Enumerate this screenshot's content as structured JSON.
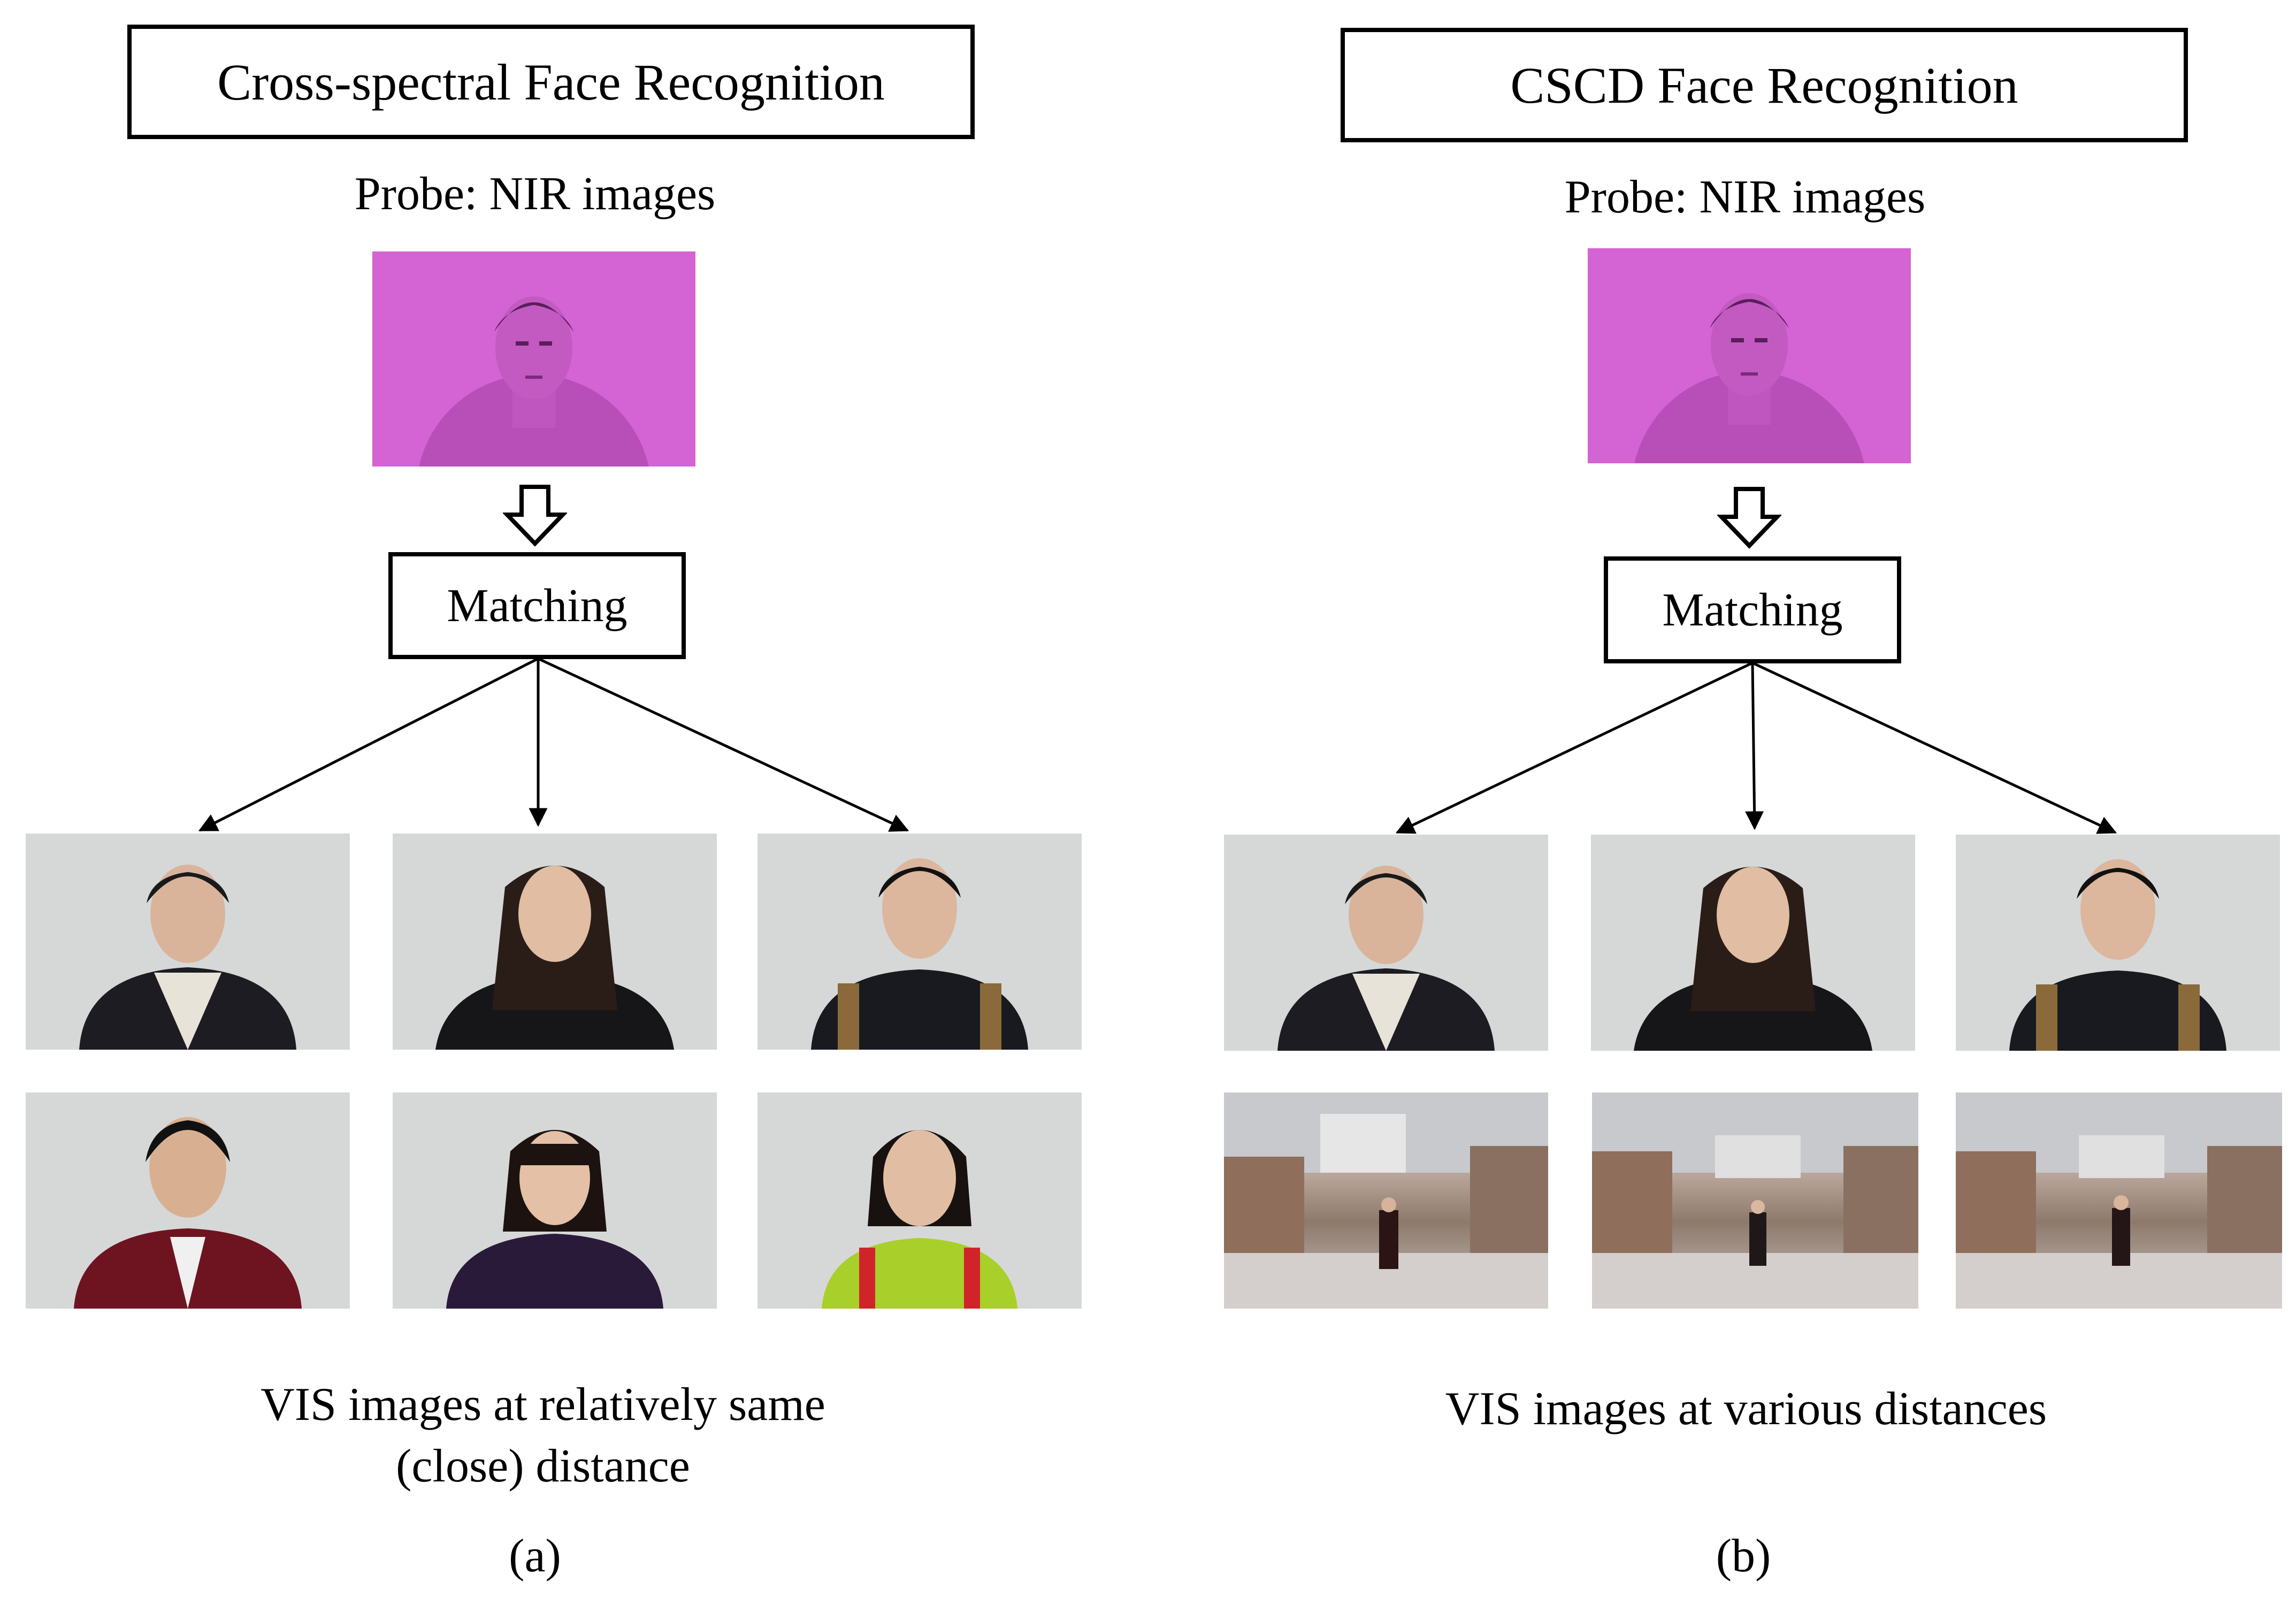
{
  "panels": [
    {
      "id": "a",
      "title": "Cross-spectral Face Recognition",
      "probe_label": "Probe: NIR images",
      "matching_label": "Matching",
      "caption_lines": [
        "VIS images at relatively same",
        "(close) distance"
      ],
      "sublabel": "(a)",
      "gallery_rows": [
        [
          "vis-face-man-scarf",
          "vis-face-woman-long-hair",
          "vis-face-man-backpack"
        ],
        [
          "vis-face-man-varsity-jacket",
          "vis-face-woman-bangs",
          "vis-face-woman-green-jacket"
        ]
      ]
    },
    {
      "id": "b",
      "title": "CSCD Face Recognition",
      "probe_label": "Probe: NIR images",
      "matching_label": "Matching",
      "caption_lines": [
        "VIS images at various distances"
      ],
      "sublabel": "(b)",
      "gallery_rows": [
        [
          "vis-face-man-scarf",
          "vis-face-woman-long-hair",
          "vis-face-man-backpack"
        ],
        [
          "vis-long-distance-man-outdoor",
          "vis-long-distance-woman-outdoor",
          "vis-long-distance-man2-outdoor"
        ]
      ]
    }
  ],
  "colors": {
    "nir_background": "#d463d4",
    "studio_background": "#d6d8d8",
    "line": "#000000"
  }
}
